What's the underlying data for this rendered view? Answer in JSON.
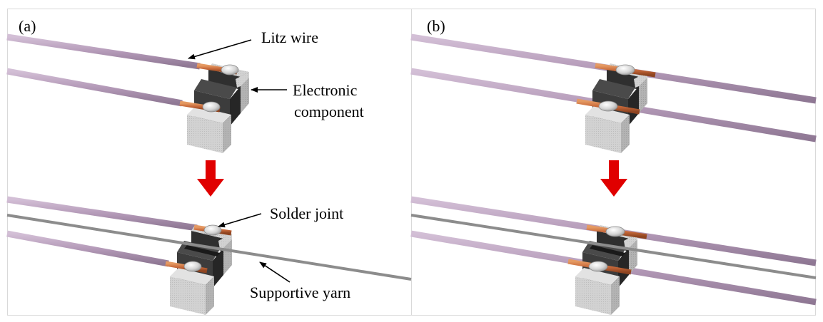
{
  "panels": [
    {
      "id": "a",
      "label": "(a)"
    },
    {
      "id": "b",
      "label": "(b)"
    }
  ],
  "annotations": {
    "litz_wire": "Litz wire",
    "electronic_component_line1": "Electronic",
    "electronic_component_line2": "component",
    "solder_joint": "Solder joint",
    "supportive_yarn": "Supportive yarn"
  },
  "colors": {
    "litz_wire": "#b49ab8",
    "copper": "#c8693a",
    "component_body": "#3a3a3a",
    "component_cap": "#cfcfcf",
    "yarn": "#8c8c8c",
    "arrow": "#e00000",
    "solder": "#d8d8d8"
  }
}
